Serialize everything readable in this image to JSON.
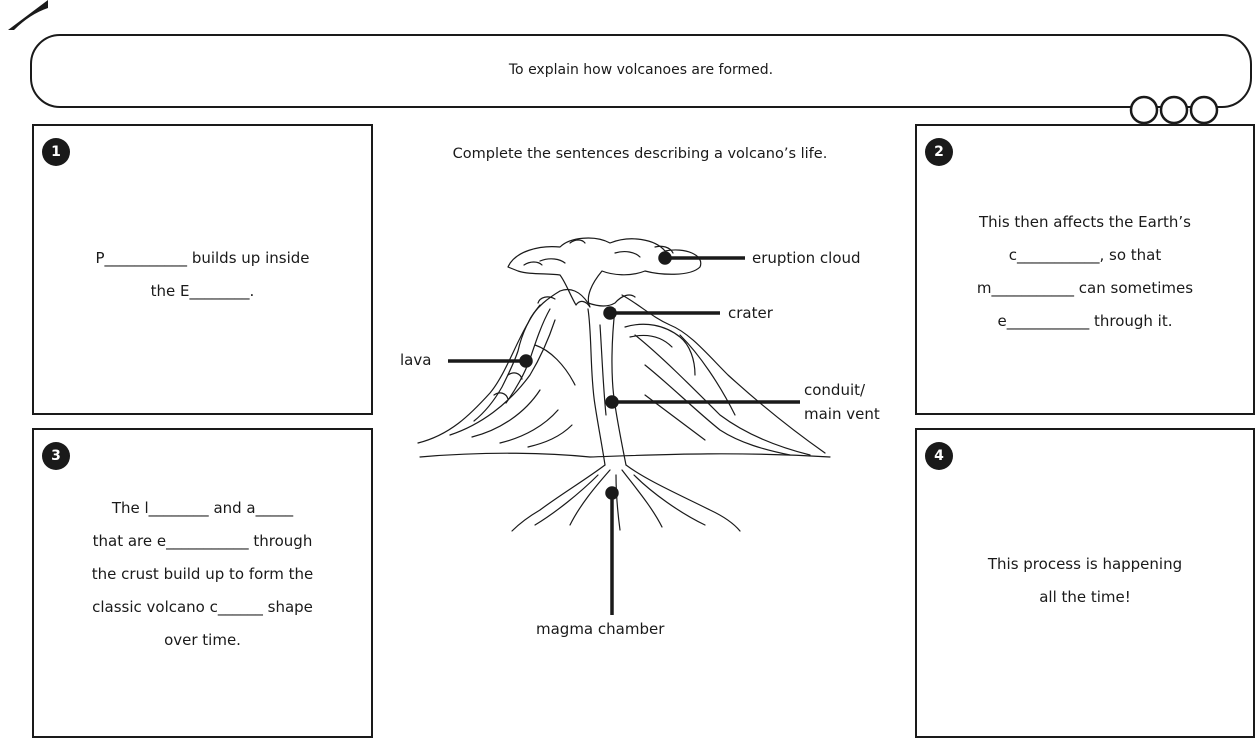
{
  "banner": {
    "text": "To explain how volcanoes are formed."
  },
  "instructions": "Complete the sentences describing a volcano’s life.",
  "boxes": [
    {
      "number": "1",
      "lines": [
        "P___________ builds up inside",
        "the E________."
      ]
    },
    {
      "number": "2",
      "lines": [
        "This then affects the Earth’s",
        "c___________, so that",
        "m___________ can sometimes",
        "e___________ through it."
      ]
    },
    {
      "number": "3",
      "lines": [
        "The l________ and a_____",
        "that are e___________ through",
        "the crust build up to form the",
        "classic volcano c______ shape",
        "over time."
      ]
    },
    {
      "number": "4",
      "lines": [
        "This process is happening",
        "all the time!"
      ]
    }
  ],
  "diagram_labels": {
    "eruption_cloud": "eruption cloud",
    "crater": "crater",
    "lava": "lava",
    "conduit": "conduit/",
    "main_vent": "main vent",
    "magma_chamber": "magma chamber"
  },
  "colors": {
    "ink": "#1a1a1a",
    "paper": "#ffffff"
  }
}
